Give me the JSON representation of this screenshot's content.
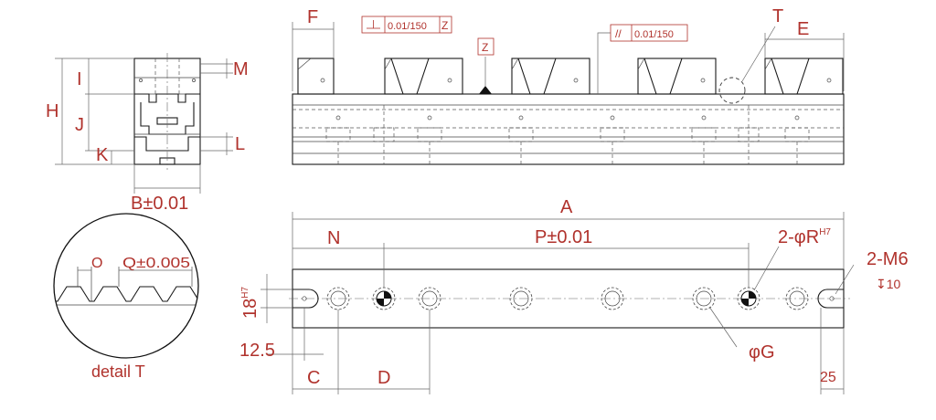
{
  "labels": {
    "F": "F",
    "E": "E",
    "T": "T",
    "Z": "Z",
    "H": "H",
    "I": "I",
    "J": "J",
    "K": "K",
    "M": "M",
    "L": "L",
    "B": "B±0.01",
    "A": "A",
    "N": "N",
    "P": "P±0.01",
    "R_prefix": "2-φR",
    "R_sup": "H7",
    "M6": "2-M6",
    "M6_depth": "↧10",
    "G": "φG",
    "C": "C",
    "D": "D",
    "dim_12_5": "12.5",
    "dim_25": "25",
    "dim_18": "18",
    "dim_18_sup": "H7",
    "O": "O",
    "Q": "Q±0.005",
    "detail": "detail T"
  },
  "tolerances": {
    "perp_value": "0.01/150",
    "perp_datum": "Z",
    "par_symbol": "//",
    "par_value": "0.01/150"
  }
}
